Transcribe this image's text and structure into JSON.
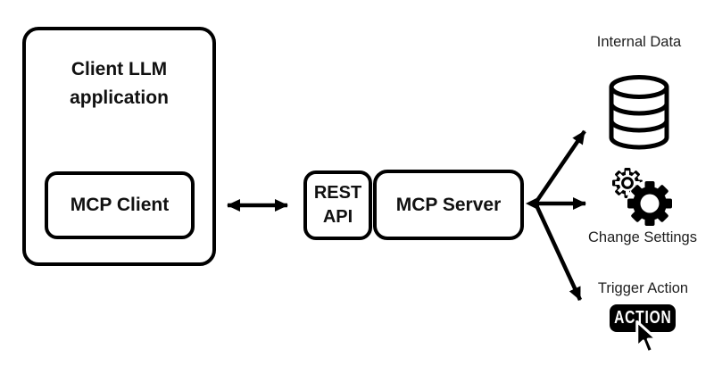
{
  "diagram": {
    "client_app": {
      "title": "Client LLM application"
    },
    "mcp_client": {
      "label": "MCP Client"
    },
    "rest_api": {
      "label": "REST API"
    },
    "mcp_server": {
      "label": "MCP Server"
    },
    "targets": [
      {
        "label": "Internal Data",
        "icon": "database-icon"
      },
      {
        "label": "Change Settings",
        "icon": "gears-icon"
      },
      {
        "label": "Trigger Action",
        "icon": "action-button",
        "button_text": "ACTION"
      }
    ],
    "connections": [
      {
        "from": "mcp-client",
        "to": "rest-api",
        "direction": "bidirectional"
      },
      {
        "from": "mcp-server",
        "to": "internal-data",
        "direction": "bidirectional"
      },
      {
        "from": "mcp-server",
        "to": "change-settings",
        "direction": "bidirectional"
      },
      {
        "from": "mcp-server",
        "to": "trigger-action",
        "direction": "bidirectional"
      }
    ],
    "colors": {
      "stroke": "#000000",
      "background": "#ffffff",
      "box_text": "#111111",
      "label_text": "#1e1e1e",
      "action_button_bg": "#000000",
      "action_button_text": "#ffffff"
    }
  }
}
